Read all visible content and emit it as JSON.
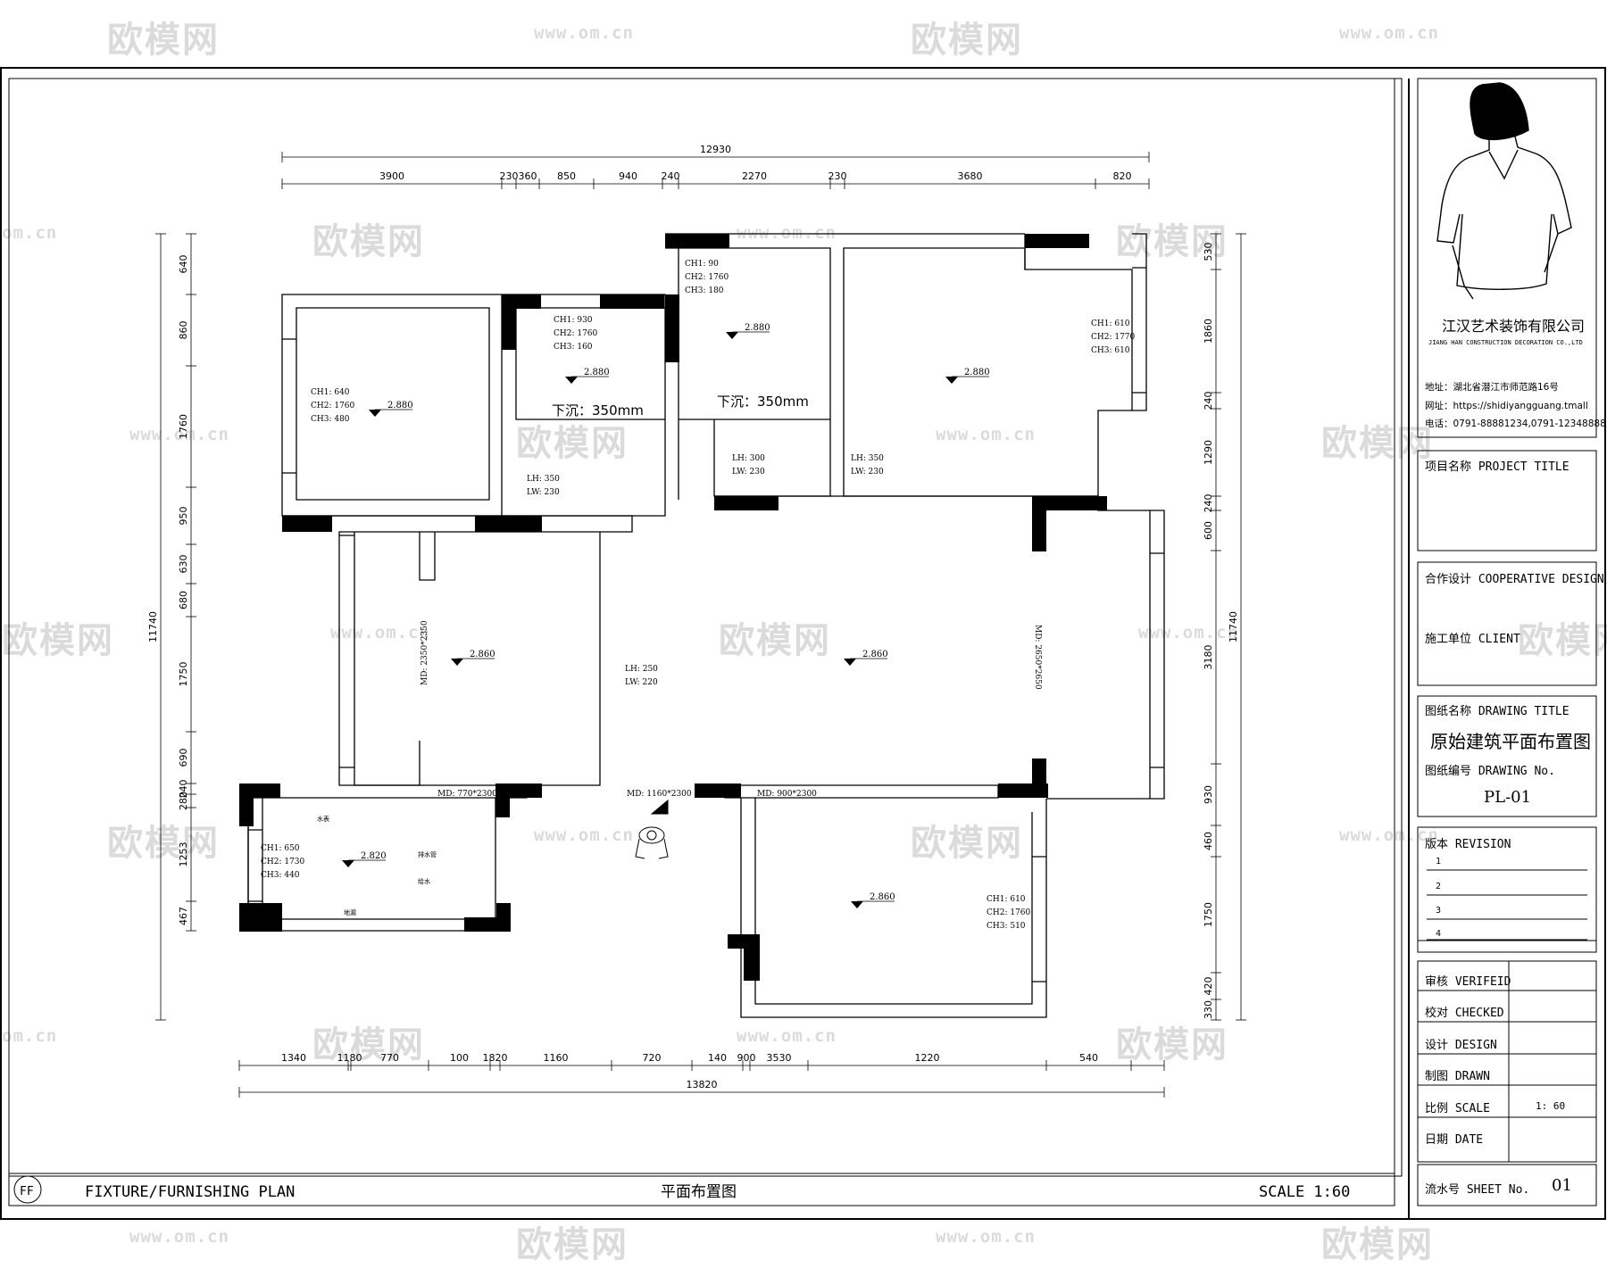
{
  "watermark": {
    "logo": "欧模网",
    "url": "www.om.cn",
    "url_short": "om.cn"
  },
  "title_block": {
    "company_cn": "江汉艺术装饰有限公司",
    "company_en": "JIANG HAN CONSTRUCTION DECORATION CO.,LTD",
    "address": "地址：湖北省潜江市师范路16号",
    "website": "网址：https://shidiyangguang.tmall",
    "phone": "电话：0791-88881234,0791-12348888",
    "project_title": "项目名称 PROJECT TITLE",
    "cooperative_design": "合作设计 COOPERATIVE DESIGN",
    "client": "施工单位 CLIENT",
    "drawing_title_label": "图纸名称 DRAWING TITLE",
    "drawing_title_value": "原始建筑平面布置图",
    "drawing_no_label": "图纸编号 DRAWING No.",
    "drawing_no_value": "PL-01",
    "revision_label": "版本 REVISION",
    "revisions": [
      "1",
      "2",
      "3",
      "4"
    ],
    "verified": "审核 VERIFEID",
    "checked": "校对 CHECKED",
    "design": "设计 DESIGN",
    "drawn": "制图 DRAWN",
    "scale_label": "比例 SCALE",
    "scale_value": "1: 60",
    "date_label": "日期 DATE",
    "sheet_label": "流水号 SHEET No.",
    "sheet_value": "01"
  },
  "footer": {
    "code": "FF",
    "plan_en": "FIXTURE/FURNISHING PLAN",
    "plan_cn": "平面布置图",
    "scale": "SCALE 1:60"
  },
  "dimensions": {
    "top_total": "12930",
    "top": [
      "3900",
      "230",
      "360",
      "850",
      "940",
      "240",
      "2270",
      "230",
      "3680",
      "820"
    ],
    "bottom_total": "13820",
    "bottom": [
      "1340",
      "1180",
      "770",
      "100",
      "1820",
      "1160",
      "720",
      "140",
      "900",
      "3530",
      "1220",
      "540"
    ],
    "left_total": "11740",
    "left": [
      "640",
      "860",
      "1760",
      "950",
      "630",
      "680",
      "1750",
      "690",
      "240",
      "280",
      "1253",
      "467"
    ],
    "right_total": "11740",
    "right": [
      "530",
      "1860",
      "240",
      "1290",
      "240",
      "600",
      "3180",
      "930",
      "460",
      "1750",
      "420",
      "330"
    ]
  },
  "rooms": {
    "r1": {
      "ch": [
        "CH1: 640",
        "CH2: 1760",
        "CH3: 480"
      ],
      "level": "2.880"
    },
    "r2": {
      "ch": [
        "CH1: 930",
        "CH2: 1760",
        "CH3: 160"
      ],
      "level": "2.880",
      "sunk": "下沉：350mm"
    },
    "r3": {
      "ch": [
        "CH1: 90",
        "CH2: 1760",
        "CH3: 180"
      ],
      "level": "2.880",
      "sunk": "下沉：350mm"
    },
    "r4": {
      "ch": [
        "CH1: 610",
        "CH2: 1770",
        "CH3: 610"
      ],
      "level": "2.880"
    },
    "r5": {
      "level": "2.860",
      "door": "MD: 2350*2350"
    },
    "r6": {
      "level": "2.860",
      "door": "MD: 2650*2650"
    },
    "r7": {
      "ch": [
        "CH1: 650",
        "CH2: 1730",
        "CH3: 440"
      ],
      "level": "2.820"
    },
    "r8": {
      "ch": [
        "CH1: 610",
        "CH2: 1760",
        "CH3: 510"
      ],
      "level": "2.860"
    }
  },
  "openings": {
    "lh350a": [
      "LH: 350",
      "LW: 230"
    ],
    "lh300": [
      "LH: 300",
      "LW: 230"
    ],
    "lh350b": [
      "LH: 350",
      "LW: 230"
    ],
    "lh250": [
      "LH: 250",
      "LW: 220"
    ],
    "md770": "MD: 770*2300",
    "md1160": "MD: 1160*2300",
    "md900": "MD: 900*2300"
  },
  "misc_labels": {
    "pipe1": "排水管",
    "pipe2": "给水",
    "pipe3": "地漏",
    "pipe4": "水表"
  }
}
